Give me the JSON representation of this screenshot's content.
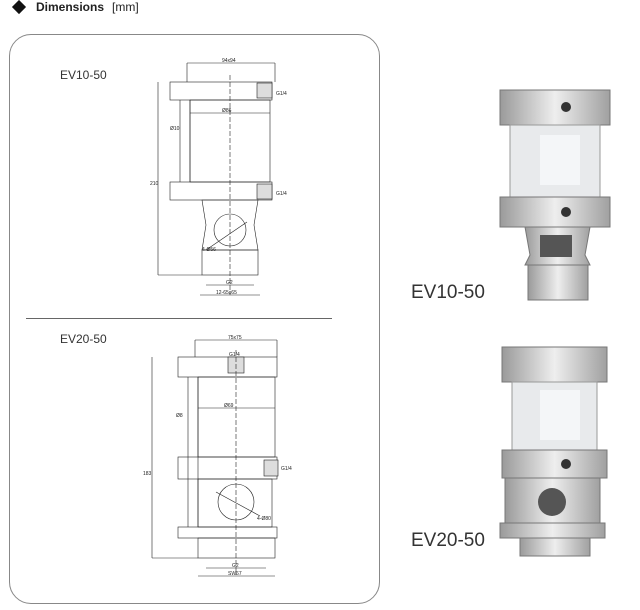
{
  "header": {
    "title": "Dimensions",
    "unit": "[mm]"
  },
  "models": [
    {
      "name": "EV10-50",
      "dims": {
        "top": "94x94",
        "bore": "Ø86",
        "rod": "Ø10",
        "port_top": "G1/4",
        "port_mid": "G1/4",
        "height": "210",
        "hole": "4-Ø56",
        "thread": "G2",
        "base": "12-65x65"
      }
    },
    {
      "name": "EV20-50",
      "dims": {
        "top": "75x75",
        "port_top": "G1/4",
        "bore": "Ø69",
        "rod": "Ø8",
        "port_mid": "G1/4",
        "height": "183",
        "hole": "4-Ø80",
        "thread": "G2",
        "base": "SW67"
      }
    }
  ],
  "photos": [
    {
      "label": "EV10-50"
    },
    {
      "label": "EV20-50"
    }
  ]
}
